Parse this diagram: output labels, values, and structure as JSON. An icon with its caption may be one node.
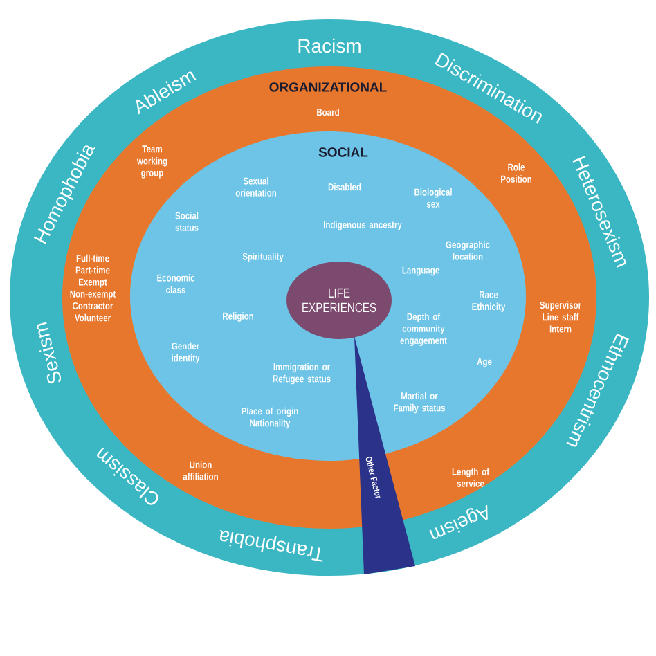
{
  "diagram": {
    "nodes": [
      {
        "text": [
          "Sexism",
          "Homophobia",
          "Ableism",
          "Racism",
          "Discrimination",
          "Heterosexism",
          "Ethnocentrism",
          "Ageism",
          "Transphobia",
          "Classism"
        ]
      },
      {
        "text": [
          "ORGANIZATIONAL",
          "Board",
          "Team working group",
          "Role Position",
          "Full-time Part-time Exempt Non-exempt Contractor Volunteer",
          "Supervisor Line staff Intern",
          "Union affiliation",
          "Length of service"
        ],
        "in": 0
      },
      {
        "text": [
          "SOCIAL",
          "Sexual orientation",
          "Disabled",
          "Biological sex",
          "Social status",
          "Indigenous ancestry",
          "Spirituality",
          "Geographic location",
          "Economic class",
          "Language",
          "Religion",
          "Race Ethnicity",
          "Depth of community engagement",
          "Gender identity",
          "Immigration or Refugee status",
          "Age",
          "Martial or Family status",
          "Place of origin Nationality"
        ],
        "in": 1
      },
      {
        "text": [
          "LIFE EXPERIENCES"
        ],
        "in": 2
      },
      {
        "text": [
          "Other Factor"
        ],
        "in": 0
      }
    ]
  }
}
